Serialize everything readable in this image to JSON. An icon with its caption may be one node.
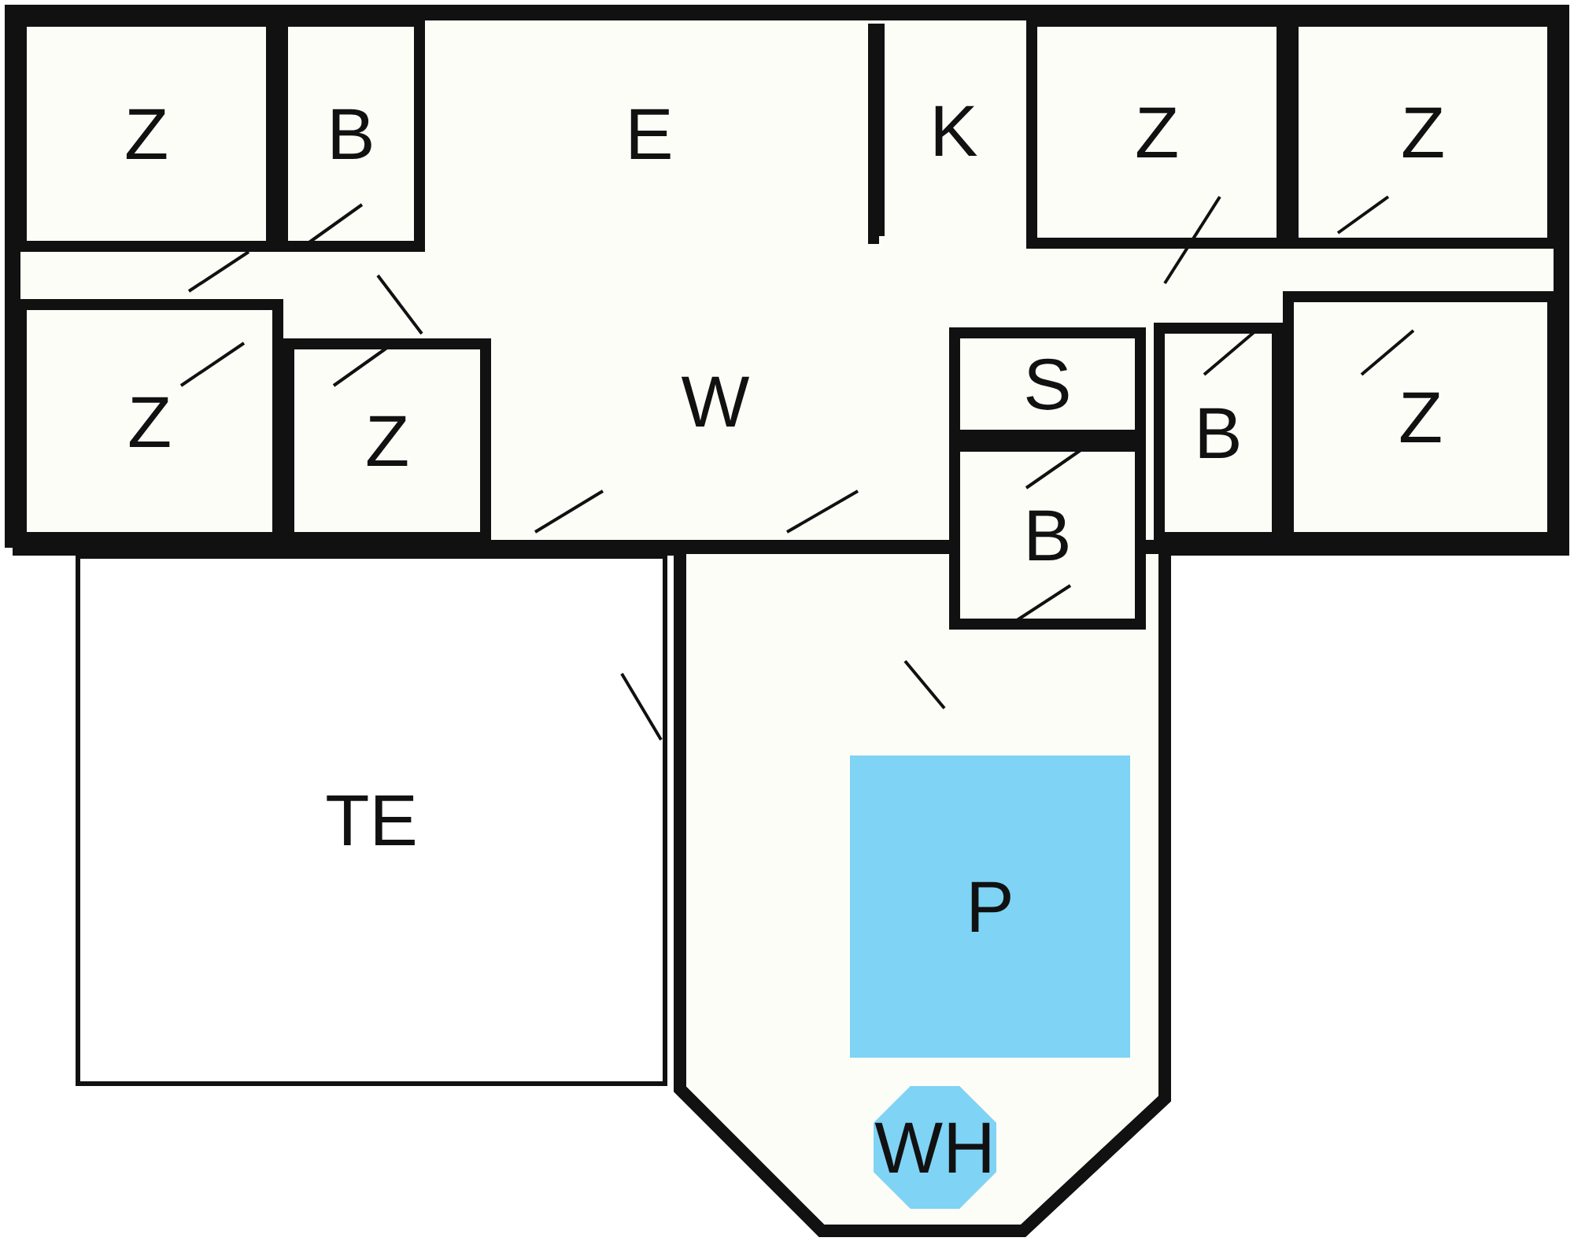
{
  "diagram": {
    "nodes": [
      {
        "text": [
          "Z"
        ]
      },
      {
        "text": [
          "B"
        ]
      },
      {
        "text": [
          "E"
        ]
      },
      {
        "text": [
          "K"
        ]
      },
      {
        "text": [
          "Z"
        ]
      },
      {
        "text": [
          "Z"
        ]
      },
      {
        "text": [
          "W"
        ]
      },
      {
        "text": [
          "S"
        ]
      },
      {
        "text": [
          "Z"
        ]
      },
      {
        "text": [
          "Z"
        ]
      },
      {
        "text": [
          "B"
        ]
      },
      {
        "text": [
          "Z"
        ]
      },
      {
        "text": [
          "B"
        ]
      },
      {
        "text": [
          "TE"
        ]
      },
      {
        "text": [
          "P"
        ]
      },
      {
        "text": [
          "WH"
        ]
      }
    ]
  }
}
